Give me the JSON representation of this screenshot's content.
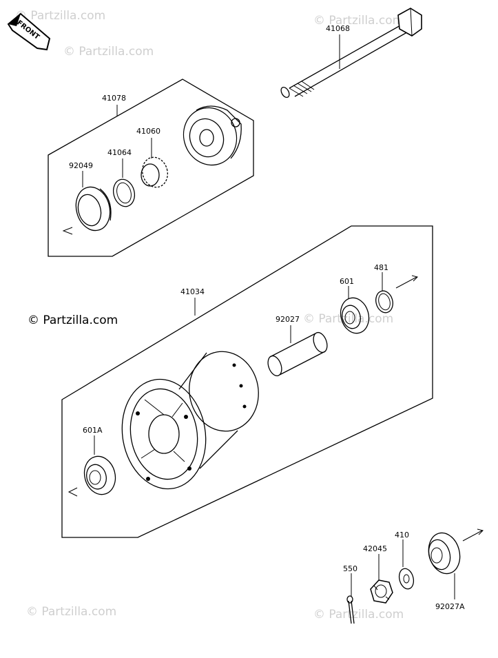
{
  "diagram": {
    "front_arrow_label": "FRONT",
    "watermarks": [
      "© Partzilla.com",
      "© Partzilla.com",
      "© Partzilla.com",
      "© Partzilla.com",
      "© Partzilla.com",
      "© Partzilla.com",
      "© Partzilla.com"
    ],
    "parts": {
      "p41068": "41068",
      "p41078": "41078",
      "p41060": "41060",
      "p41064": "41064",
      "p92049": "92049",
      "p41034": "41034",
      "p601": "601",
      "p481": "481",
      "p92027": "92027",
      "p601A": "601A",
      "p410": "410",
      "p42045": "42045",
      "p550": "550",
      "p92027A": "92027A"
    }
  }
}
